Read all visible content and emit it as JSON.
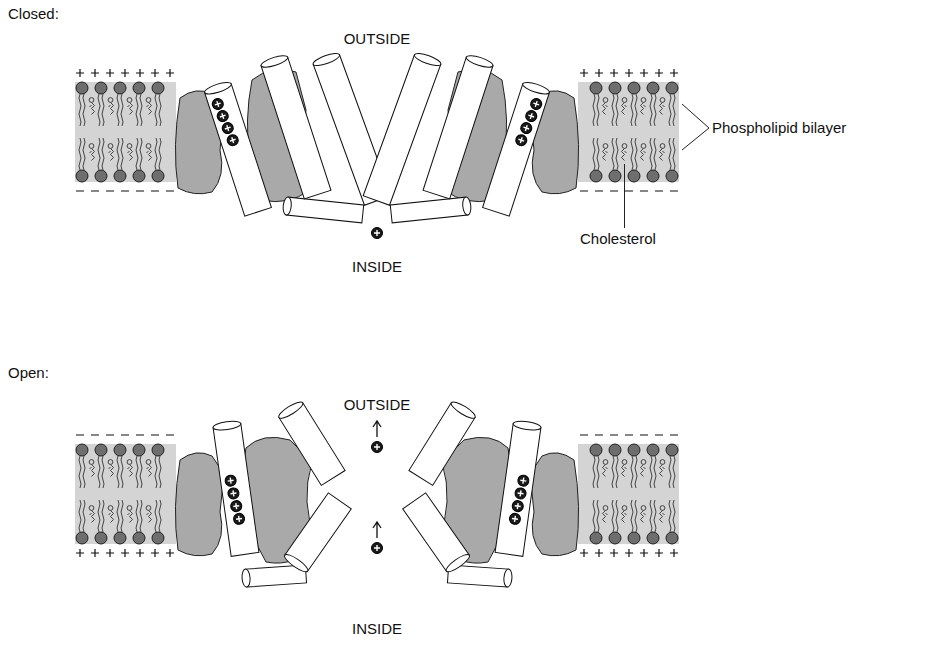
{
  "diagram": {
    "labels": [
      "Closed:",
      "OUTSIDE",
      "Phospholipid bilayer",
      "INSIDE",
      "Cholesterol",
      "Open:",
      "OUTSIDE",
      "INSIDE"
    ]
  }
}
